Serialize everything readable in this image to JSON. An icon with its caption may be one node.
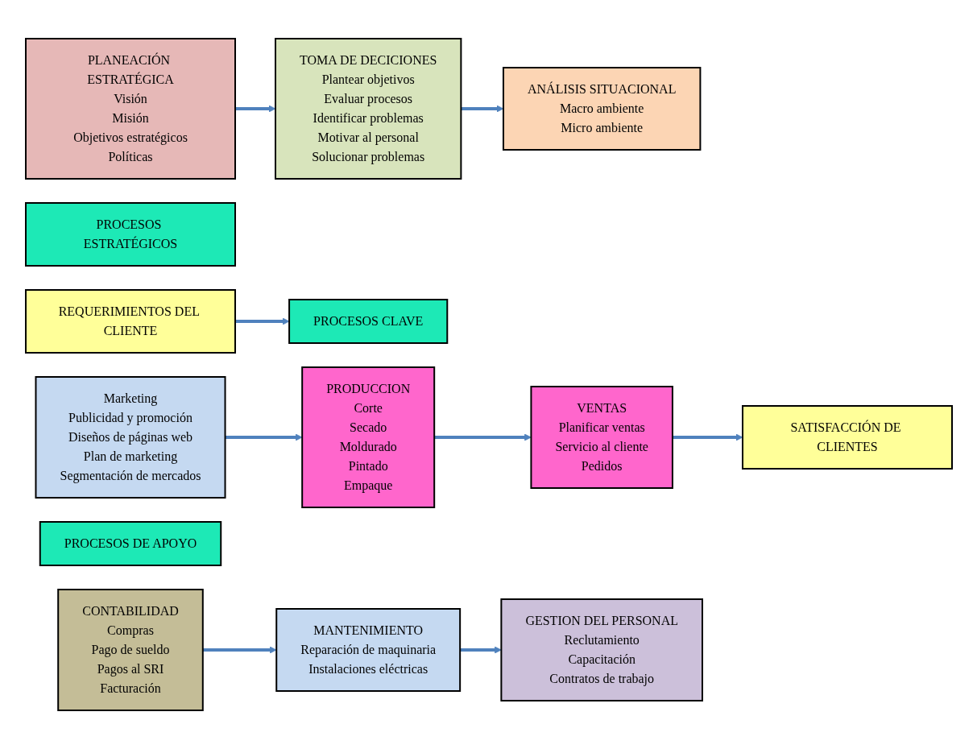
{
  "diagram": {
    "nodes": [
      {
        "text": [
          "REQUERIMIENTOS DEL CLIENTE"
        ]
      },
      {
        "text": [
          "PROCESOS ESTRATÉGICOS"
        ]
      },
      {
        "text": [
          "PLANEACIÓN ESTRATÉGICA",
          "Visión",
          "Misión",
          "Objetivos estratégicos",
          "Políticas"
        ]
      },
      {
        "text": [
          "TOMA DE DECICIONES",
          "Plantear objetivos",
          "Evaluar procesos",
          "Identificar problemas",
          "Motivar al personal",
          "Solucionar problemas"
        ]
      },
      {
        "text": [
          "ANÁLISIS SITUACIONAL",
          "Macro ambiente",
          "Micro ambiente"
        ]
      },
      {
        "text": [
          "PROCESOS CLAVE"
        ]
      },
      {
        "text": [
          "Marketing",
          "Publicidad y promoción",
          "Diseños de páginas web",
          "Plan de marketing",
          "Segmentación de mercados"
        ]
      },
      {
        "text": [
          "PRODUCCION",
          "Corte",
          "Secado",
          "Moldurado",
          "Pintado",
          "Empaque"
        ]
      },
      {
        "text": [
          "VENTAS",
          "Planificar ventas",
          "Servicio al cliente",
          "Pedidos"
        ]
      },
      {
        "text": [
          "PROCESOS DE APOYO"
        ]
      },
      {
        "text": [
          "CONTABILIDAD",
          "Compras",
          "Pago  de sueldo",
          "Pagos al SRI",
          "Facturación"
        ]
      },
      {
        "text": [
          "MANTENIMIENTO",
          "Reparación de maquinaria",
          "Instalaciones eléctricas"
        ]
      },
      {
        "text": [
          "GESTION DEL PERSONAL",
          "Reclutamiento",
          "Capacitación",
          "Contratos de trabajo"
        ]
      },
      {
        "text": [
          "SATISFACCIÓN DE CLIENTES"
        ]
      }
    ],
    "edges": [
      {
        "from": 2,
        "to": 3,
        "arrow": "to"
      },
      {
        "from": 3,
        "to": 4,
        "arrow": "to"
      },
      {
        "from": 0,
        "to": 5,
        "arrow": "to"
      },
      {
        "from": 6,
        "to": 7,
        "arrow": "to"
      },
      {
        "from": 7,
        "to": 8,
        "arrow": "to"
      },
      {
        "from": 8,
        "to": 13,
        "arrow": "to"
      },
      {
        "from": 10,
        "to": 11,
        "arrow": "to"
      },
      {
        "from": 11,
        "to": 12,
        "arrow": "to"
      }
    ]
  }
}
